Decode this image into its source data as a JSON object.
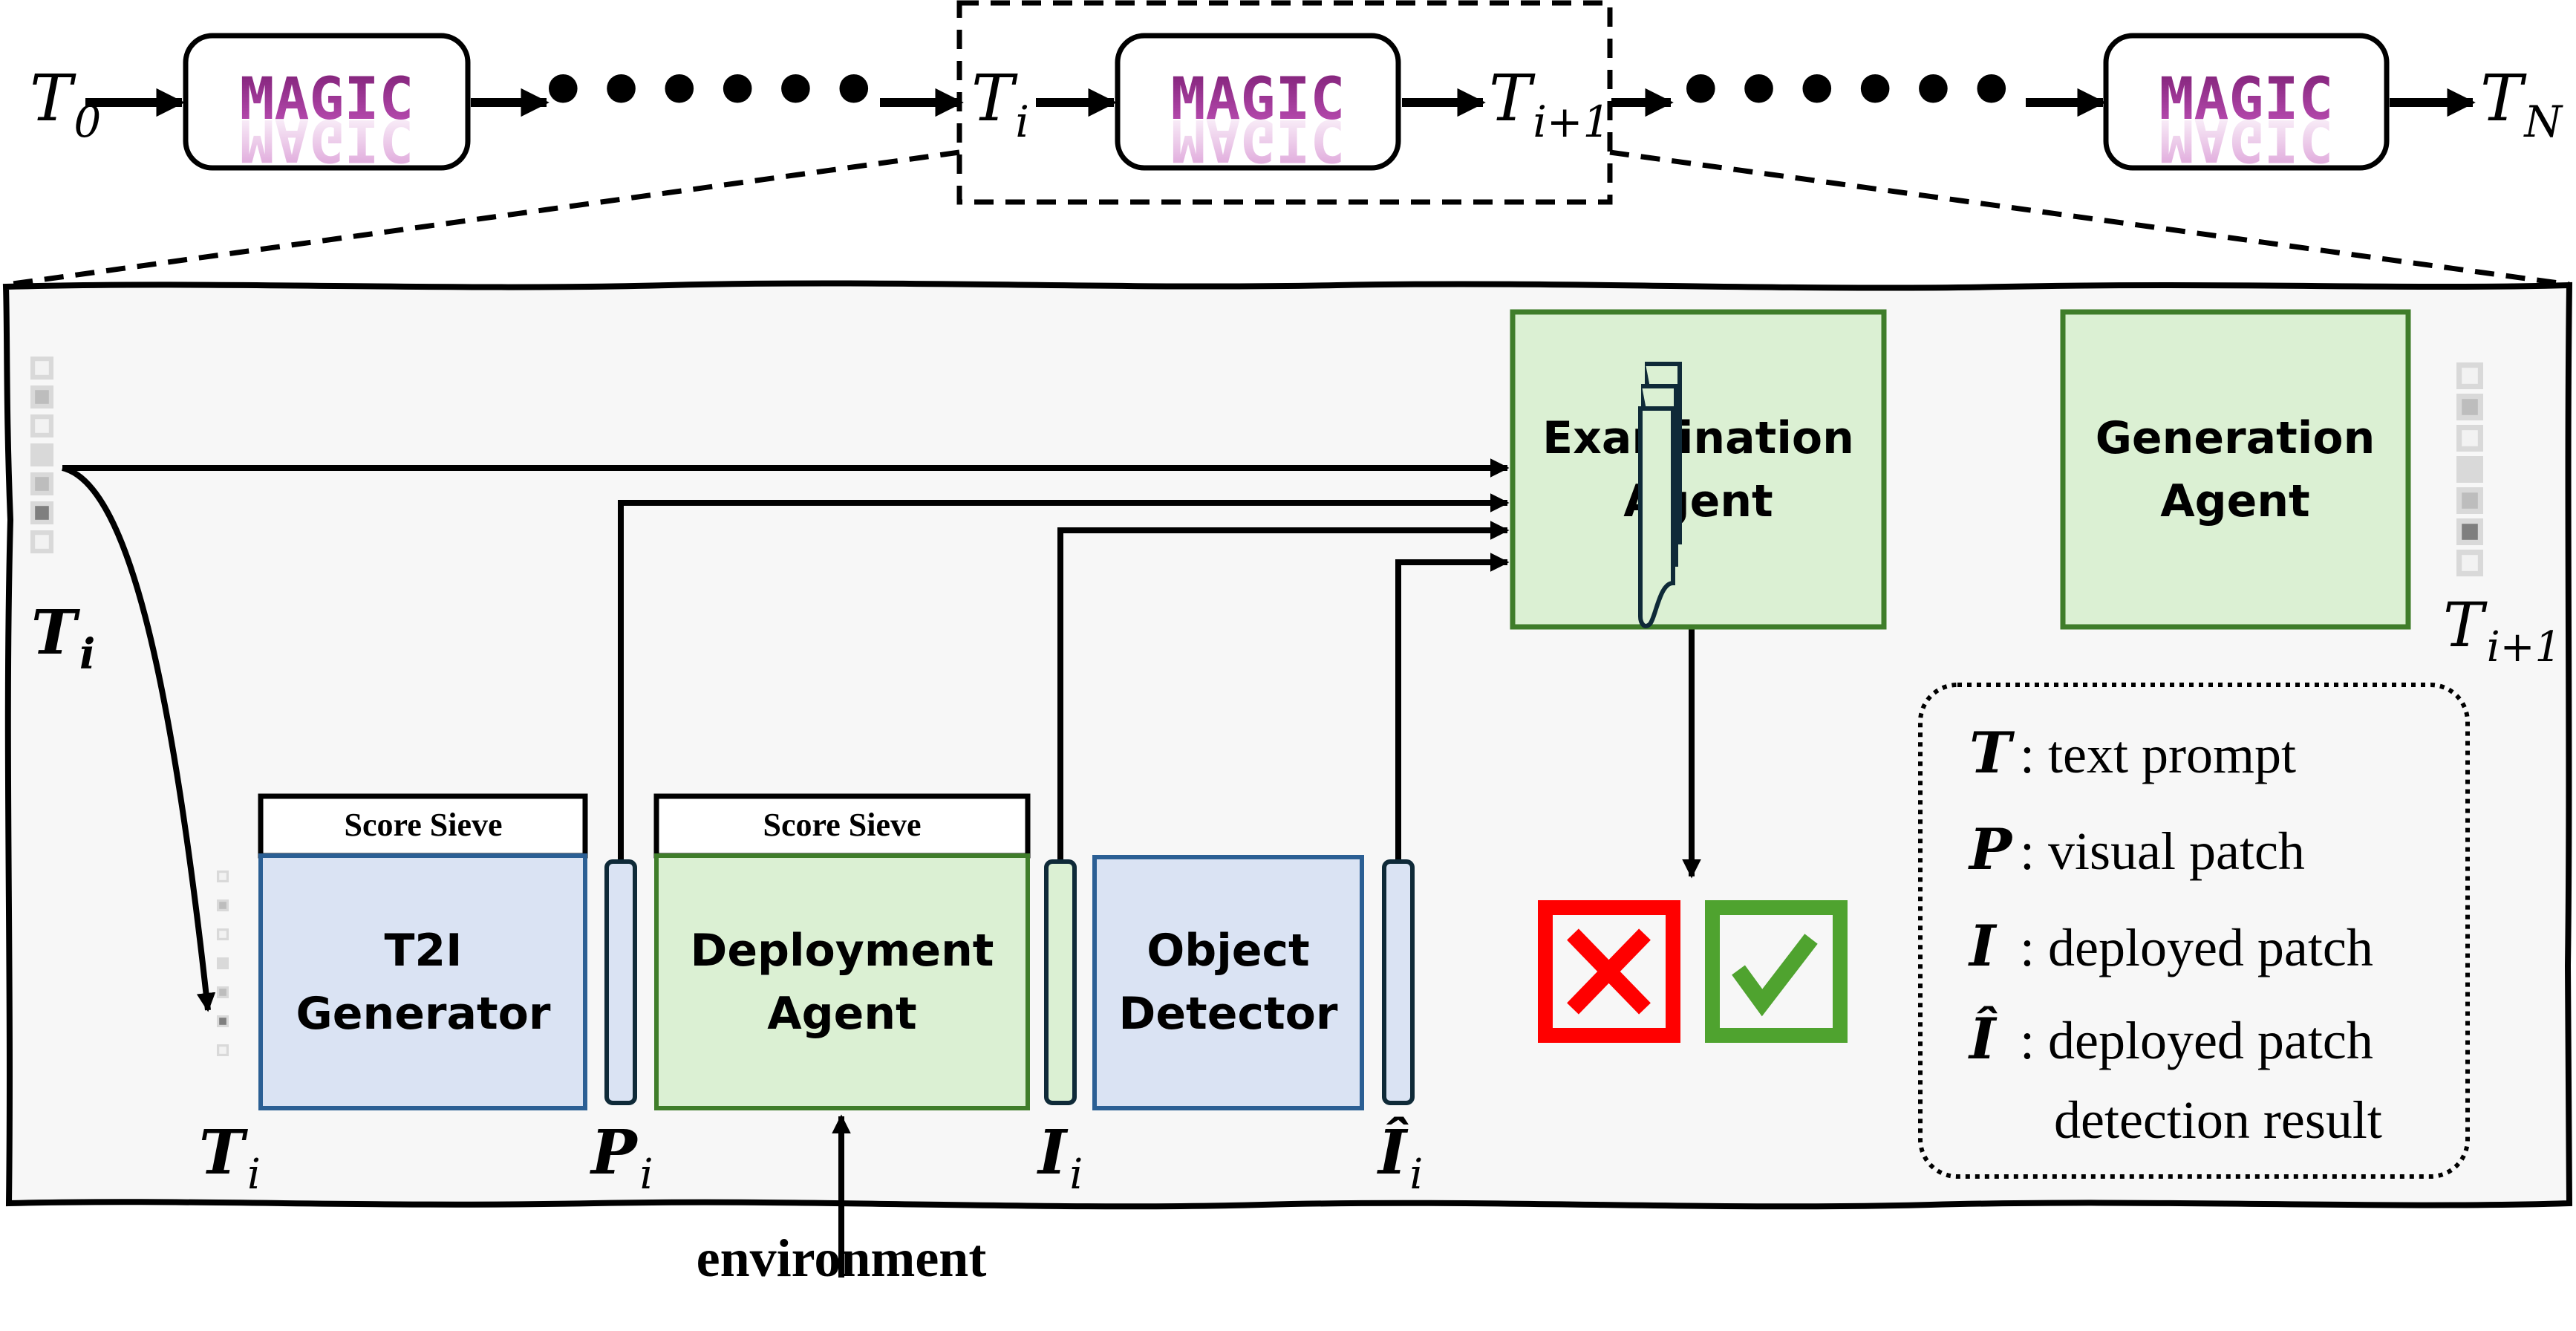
{
  "pipeline": {
    "stages": [
      {
        "symbol": "T",
        "subscript": "0"
      },
      {
        "symbol": "T",
        "subscript": "i"
      },
      {
        "symbol": "T",
        "subscript": "i+1"
      },
      {
        "symbol": "T",
        "subscript": "N"
      }
    ],
    "module_label": "MAGIC",
    "ellipsis": "••••••",
    "module_color": "#9b2f93"
  },
  "detail": {
    "input_label": {
      "symbol": "T",
      "subscript": "i"
    },
    "output_label": {
      "symbol": "T",
      "subscript": "i+1"
    },
    "token_shades": [
      "light",
      "mid",
      "light",
      "plain",
      "mid",
      "dark",
      "light"
    ],
    "examination_agent": {
      "line1": "Examination",
      "line2": "Agent"
    },
    "generation_agent": {
      "line1": "Generation",
      "line2": "Agent"
    },
    "t2i_generator": {
      "sieve": "Score Sieve",
      "line1": "T2I",
      "line2": "Generator"
    },
    "deployment_agent": {
      "sieve": "Score Sieve",
      "line1": "Deployment",
      "line2": "Agent"
    },
    "object_detector": {
      "line1": "Object",
      "line2": "Detector"
    },
    "row_labels": [
      {
        "symbol": "T",
        "subscript": "i"
      },
      {
        "symbol": "P",
        "subscript": "i"
      },
      {
        "symbol": "I",
        "subscript": "i"
      },
      {
        "symbol": "Î",
        "subscript": "i"
      }
    ],
    "environment_label": "environment",
    "result_icons": [
      "reject",
      "accept"
    ],
    "colors": {
      "agent_fill": "#dbf0d3",
      "agent_border": "#3f7d2a",
      "model_fill": "#dae3f3",
      "model_border": "#2b5f94",
      "panel_fill": "#f7f7f7",
      "reject": "#ff0000",
      "accept": "#4fa32f",
      "doc_stroke": "#0f2a38"
    }
  },
  "legend": {
    "items": [
      {
        "symbol": "T",
        "text": ": text prompt"
      },
      {
        "symbol": "P",
        "text": ": visual patch"
      },
      {
        "symbol": "I",
        "text": ": deployed patch"
      },
      {
        "symbol": "Î",
        "text": ": deployed patch",
        "text2": "detection result"
      }
    ]
  }
}
